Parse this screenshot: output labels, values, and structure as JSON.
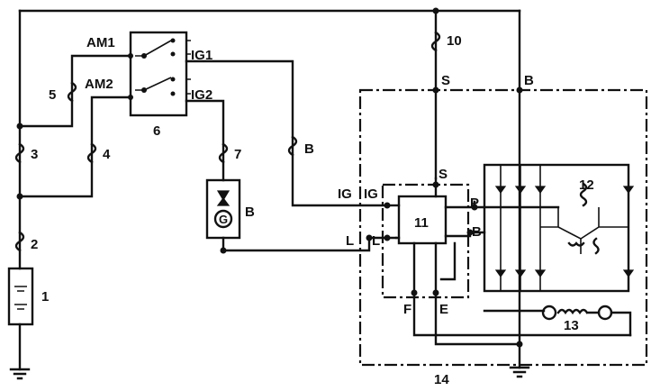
{
  "labels": {
    "am1": "AM1",
    "am2": "AM2",
    "ig1": "IG1",
    "ig2": "IG2",
    "n1": "1",
    "n2": "2",
    "n3": "3",
    "n4": "4",
    "n5": "5",
    "n6": "6",
    "n7": "7",
    "n10": "10",
    "n11": "11",
    "n12": "12",
    "n13": "13",
    "n14": "14",
    "b_fuse": "B",
    "b_lamp": "B",
    "s_top": "S",
    "b_top": "B",
    "ig_outer": "IG",
    "ig_inner": "IG",
    "l_outer": "L",
    "l_inner": "L",
    "s_reg": "S",
    "p_reg": "P",
    "b_reg": "B",
    "f_reg": "F",
    "e_reg": "E",
    "lamp_symbol": "G"
  }
}
